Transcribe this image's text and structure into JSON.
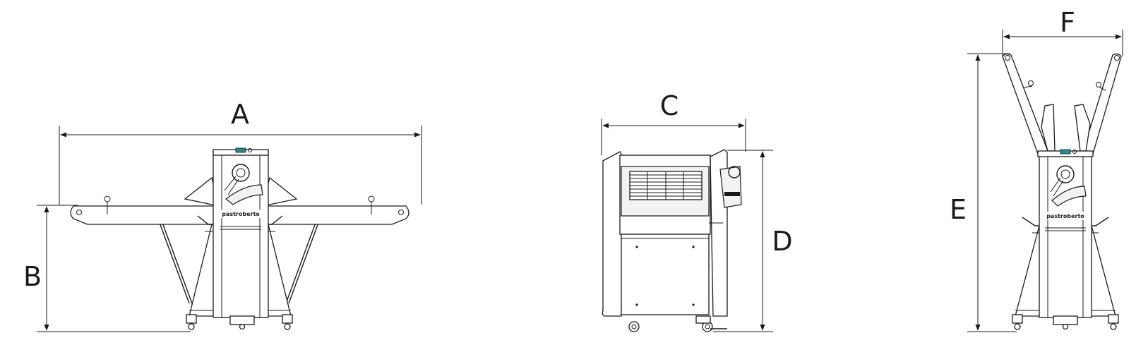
{
  "dimensions": {
    "A": "A",
    "B": "B",
    "C": "C",
    "D": "D",
    "E": "E",
    "F": "F"
  },
  "brand_text": "pastroberto",
  "colors": {
    "line": "#1a1a1a",
    "background": "#ffffff",
    "accent": "#2a8a8a"
  }
}
